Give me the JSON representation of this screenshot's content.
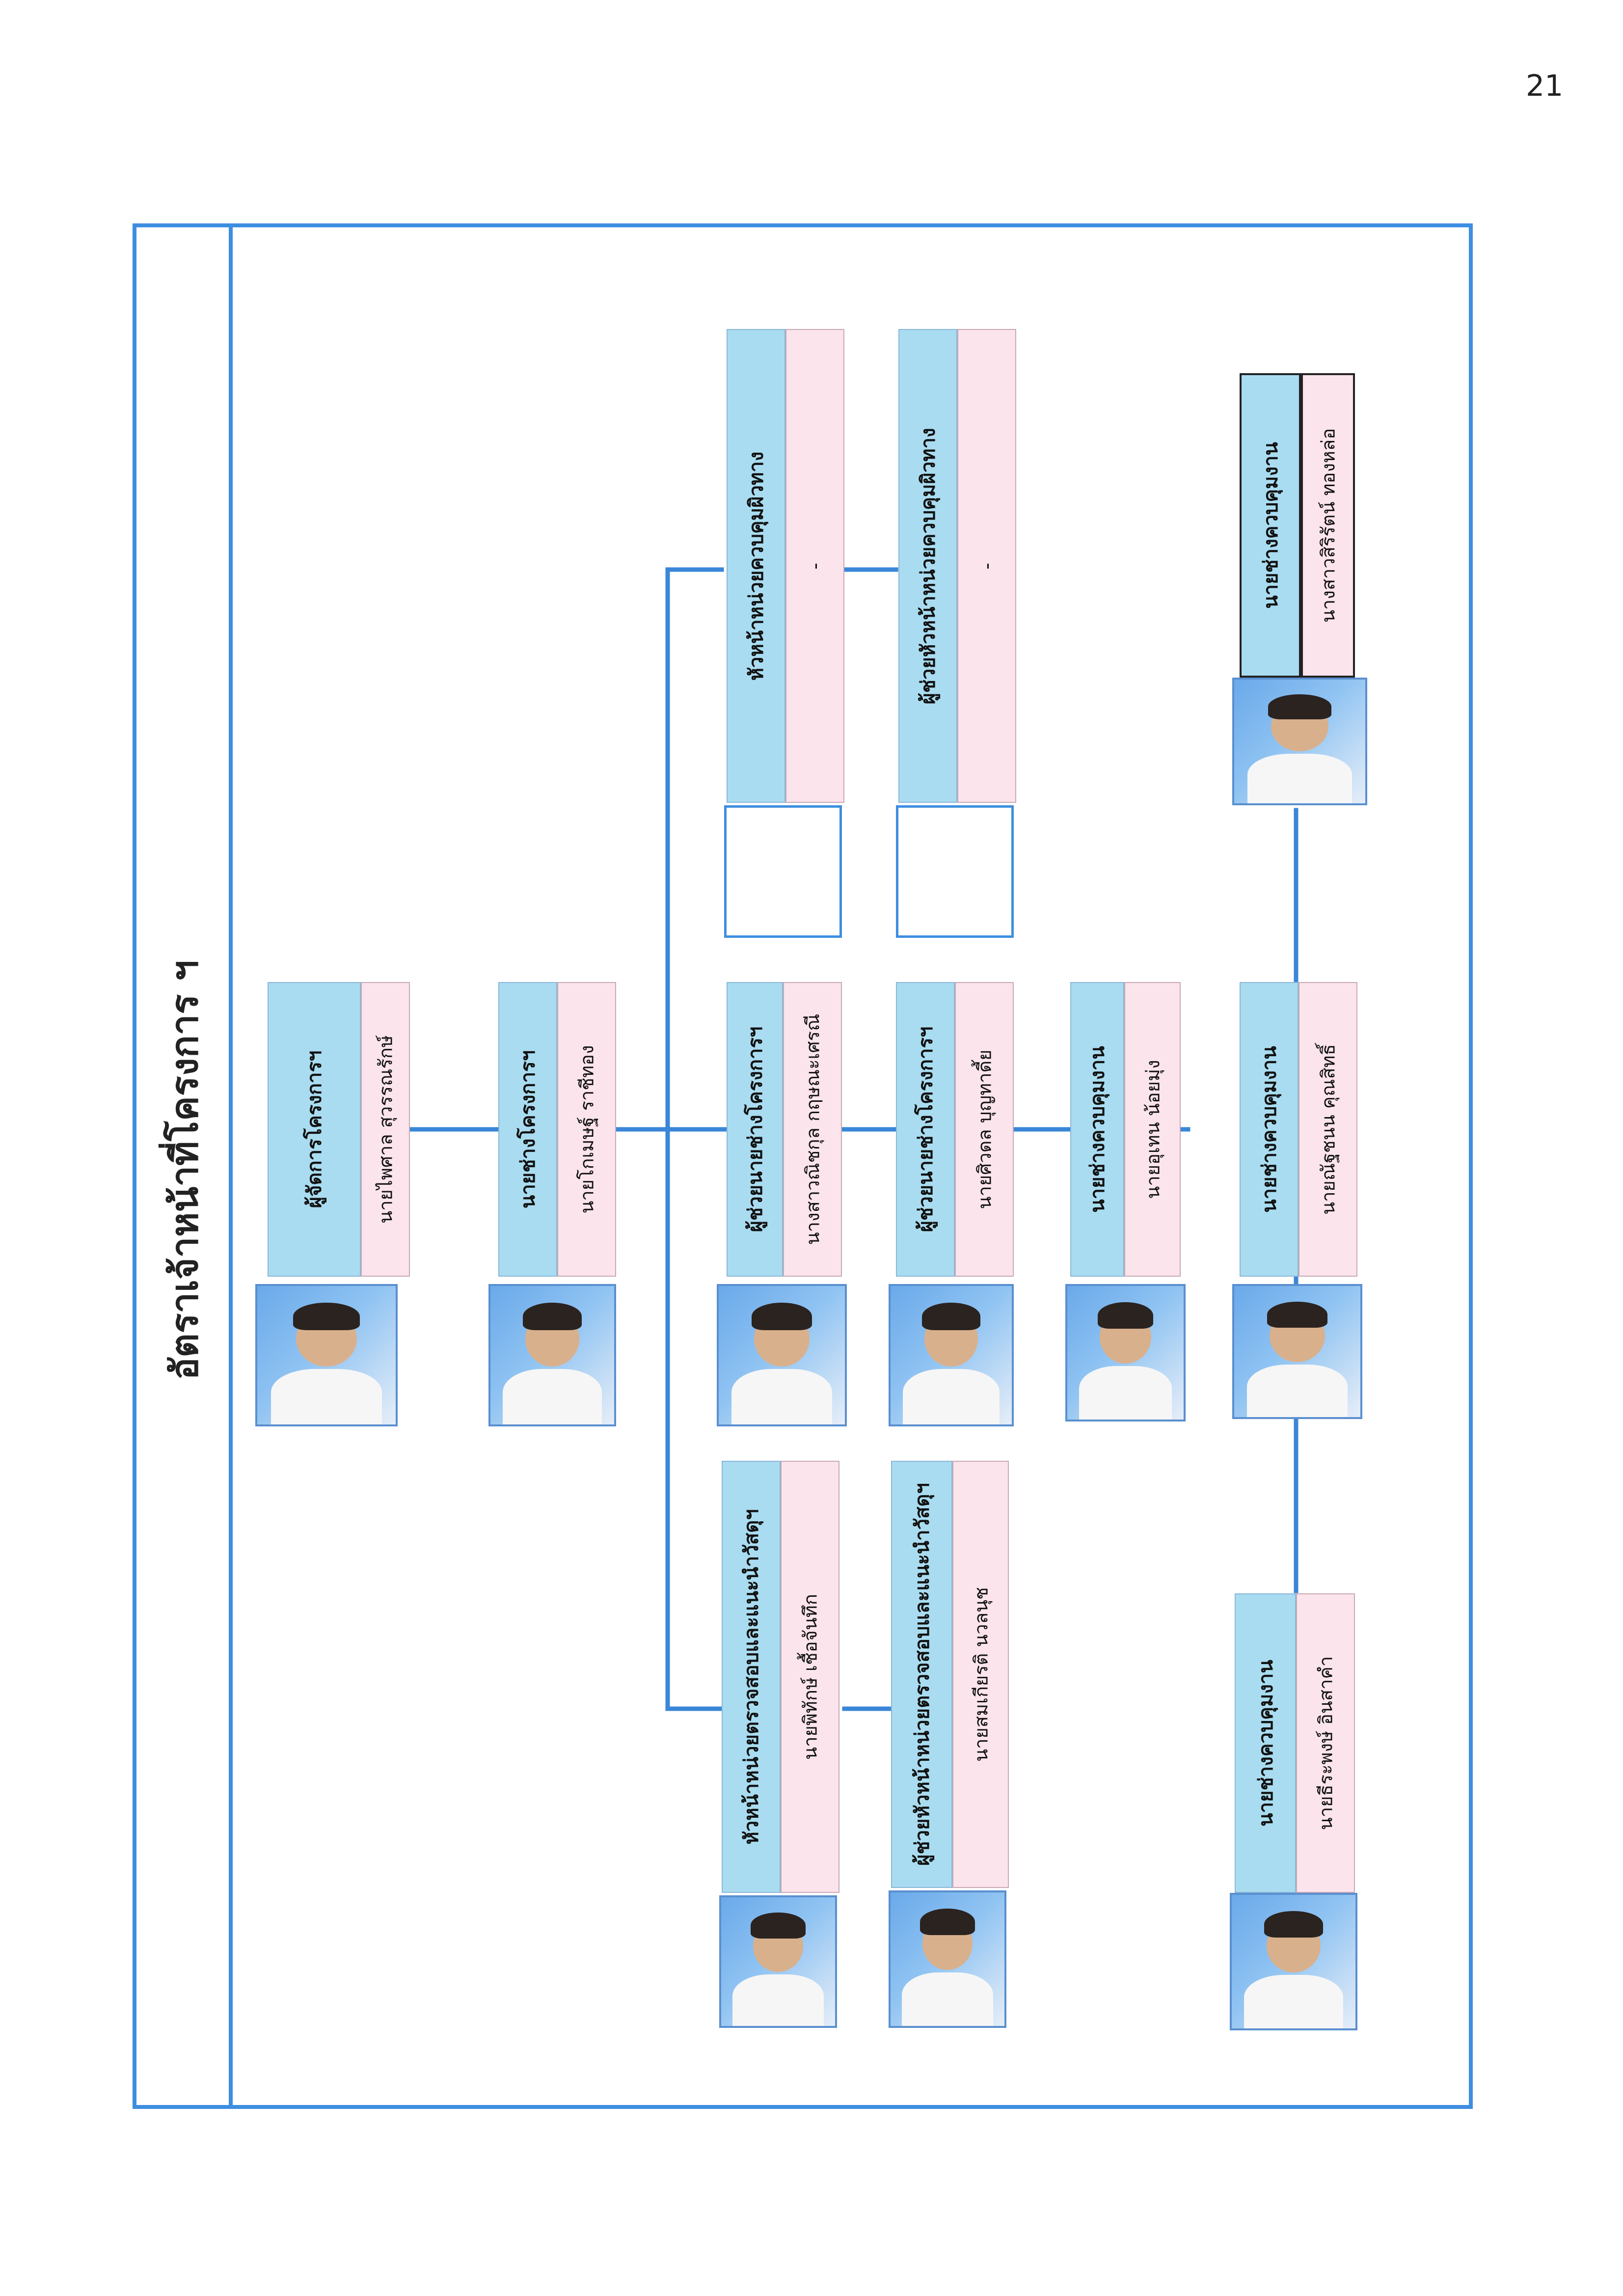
{
  "page_number": "21",
  "title": "อัตราเจ้าหน้าที่โครงการ ฯ",
  "colors": {
    "frame": "#3d8ee0",
    "connector": "#3a86d8",
    "role_band": "#a9dcf0",
    "name_band": "#fbe4ec",
    "photo_blue": "#6aa9ea"
  },
  "positions": [
    {
      "role": "ผู้จัดการโครงการฯ",
      "name": "นายไพศาล  สุวรรณรักษ์",
      "photo": "photo"
    },
    {
      "role": "นายช่างโครงการฯ",
      "name": "นายโกเมษฐ์  ราชีทอง",
      "photo": "photo"
    },
    {
      "role": "ผู้ช่วยนายช่างโครงการฯ",
      "name": "นางสาวณิชกุล  กฤษณะเศรณี",
      "photo": "photo"
    },
    {
      "role": "ผู้ช่วยนายช่างโครงการฯ",
      "name": "นายศิวดล  บุญทาดี้ย",
      "photo": "photo"
    },
    {
      "role": "นายช่างควบคุมงาน",
      "name": "นายอุเทน  น้อยมุ่ง",
      "photo": "photo"
    },
    {
      "role": "นายช่างควบคุมงาน",
      "name": "นายณัฐชนน คุณสิทธิ์",
      "photo": "photo"
    },
    {
      "role": "หัวหน้าหน่วยควบคุมผิวทาง",
      "name": "-",
      "photo": "empty"
    },
    {
      "role": "ผู้ช่วยหัวหน้าหน่วยควบคุมผิวทาง",
      "name": "-",
      "photo": "empty"
    },
    {
      "role": "หัวหน้าหน่วยตรวจสอบและแนะนำวัสดุฯ",
      "name": "นายพิทักษ์  เชื้อจันทึก",
      "photo": "photo"
    },
    {
      "role": "ผู้ช่วยหัวหน้าหน่วยตรวจสอบและแนะนำวัสดุฯ",
      "name": "นายสมเกียรติ นวลนุช",
      "photo": "photo"
    },
    {
      "role": "นายช่างควบคุมงาน",
      "name": "นางสาวสิริรัตน์  ทองหล่อ",
      "photo": "photo"
    },
    {
      "role": "นายช่างควบคุมงาน",
      "name": "นายธีระพงษ์ อินสาคำ",
      "photo": "photo"
    }
  ]
}
